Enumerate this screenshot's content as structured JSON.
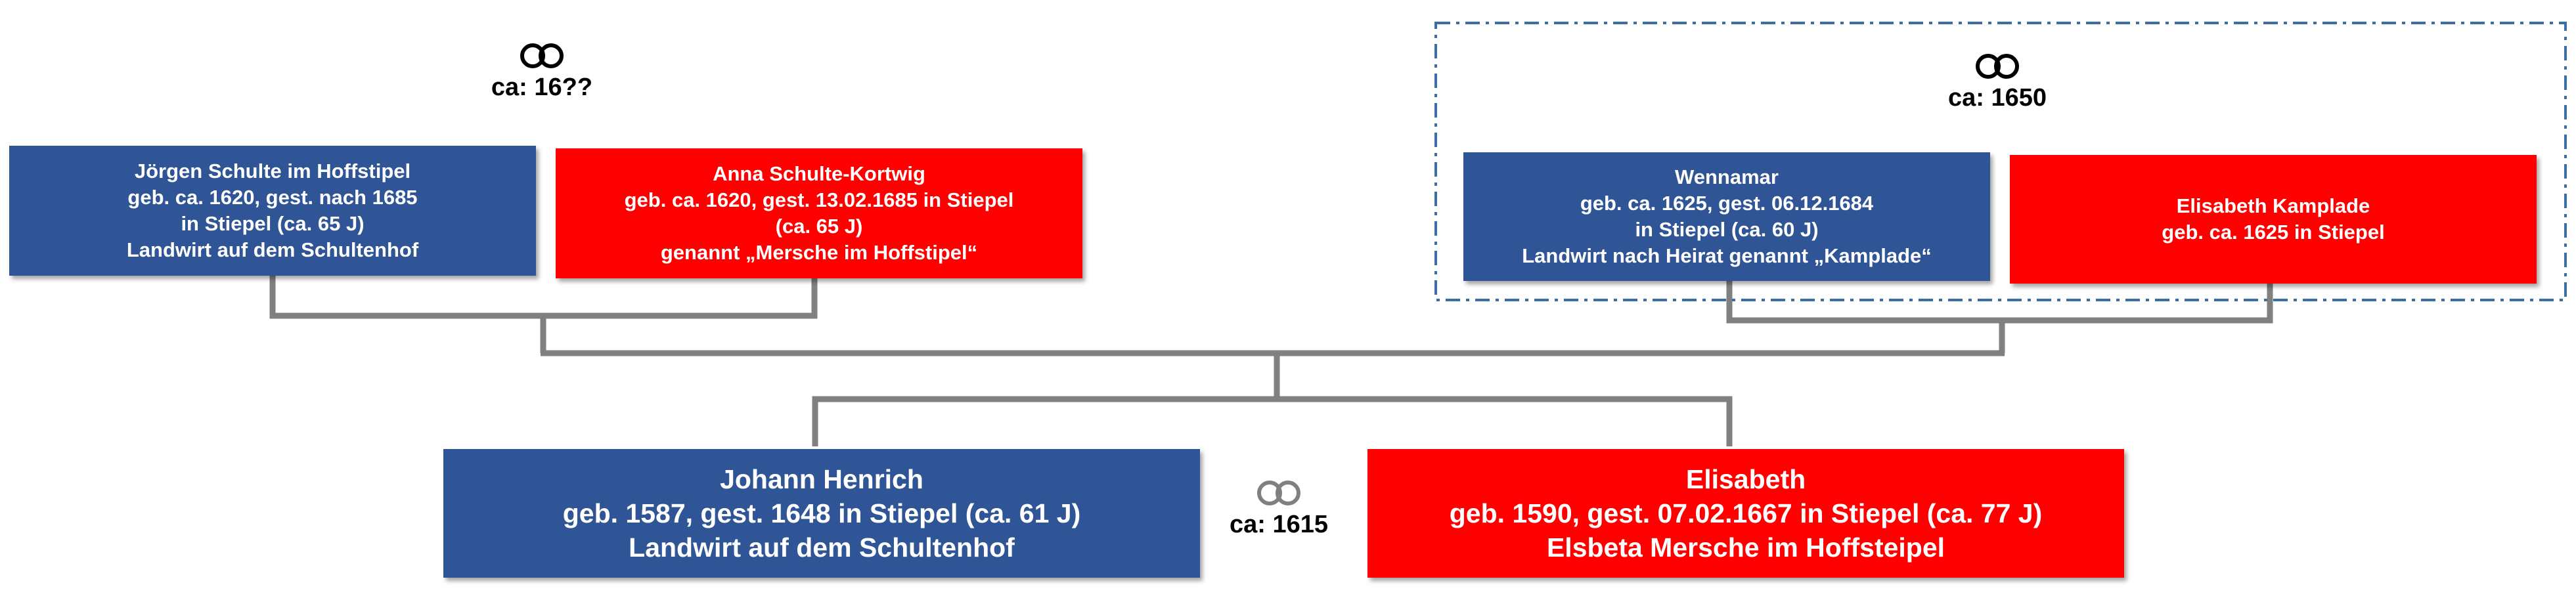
{
  "colors": {
    "male_box": "#2F5597",
    "female_box": "#FF0000",
    "connector": "#808080",
    "group_border": "#3A6EA5"
  },
  "marriage_symbol": "⚭",
  "paternal_grandparents": {
    "marriage_date": "ca: 16??",
    "husband": {
      "lines": [
        "Jörgen Schulte im Hoffstipel",
        "geb. ca. 1620, gest. nach 1685",
        "in Stiepel (ca. 65 J)",
        "Landwirt auf dem Schultenhof"
      ]
    },
    "wife": {
      "lines": [
        "Anna Schulte-Kortwig",
        "geb. ca. 1620, gest. 13.02.1685 in Stiepel",
        "(ca. 65 J)",
        "genannt „Mersche im Hoffstipel“"
      ]
    }
  },
  "maternal_grandparents": {
    "marriage_date": "ca: 1650",
    "husband": {
      "lines": [
        "Wennamar",
        "geb. ca. 1625, gest. 06.12.1684",
        "in Stiepel (ca. 60 J)",
        "Landwirt nach Heirat genannt „Kamplade“"
      ]
    },
    "wife": {
      "lines": [
        "Elisabeth Kamplade",
        "geb. ca. 1625  in Stiepel"
      ]
    }
  },
  "couple": {
    "marriage_date": "ca: 1615",
    "husband": {
      "lines": [
        "Johann Henrich",
        "geb. 1587, gest. 1648 in Stiepel (ca. 61 J)",
        "Landwirt auf dem Schultenhof"
      ]
    },
    "wife": {
      "lines": [
        "Elisabeth",
        "geb. 1590, gest. 07.02.1667 in Stiepel (ca. 77 J)",
        "Elsbeta Mersche im Hoffsteipel"
      ]
    }
  }
}
